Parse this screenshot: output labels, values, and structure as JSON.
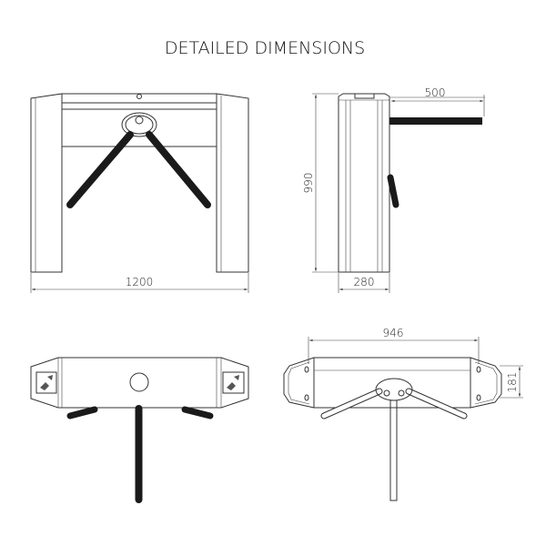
{
  "title": "DETAILED DIMENSIONS",
  "dimensions": {
    "front_width": "1200",
    "side_height": "990",
    "side_depth": "280",
    "arm_length": "500",
    "inner_length": "946",
    "end_width": "181"
  },
  "colors": {
    "line": "#333333",
    "arm": "#1a1a1a",
    "background": "#ffffff"
  }
}
